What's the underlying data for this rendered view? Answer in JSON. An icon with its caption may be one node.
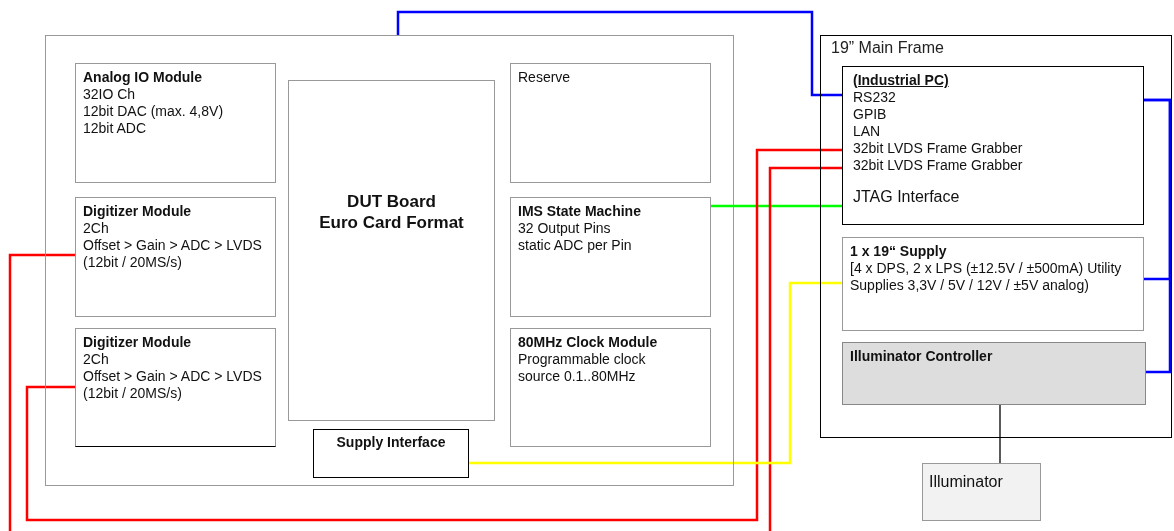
{
  "diagram": {
    "nodes": [
      {
        "text": [],
        "shape": "box"
      },
      {
        "text": [
          "Analog IO Module",
          "32IO Ch",
          "12bit DAC (max. 4,8V)",
          "12bit ADC"
        ],
        "in": 0
      },
      {
        "text": [
          "DUT Board",
          "Euro Card Format"
        ],
        "in": 0
      },
      {
        "text": [
          "Reserve"
        ],
        "in": 0
      },
      {
        "text": [
          "Digitizer Module",
          "2Ch",
          "Offset > Gain >  ADC > LVDS  (12bit / 20MS/s)"
        ],
        "in": 0
      },
      {
        "text": [
          "IMS State Machine",
          "32 Output Pins",
          "static ADC per Pin"
        ],
        "in": 0
      },
      {
        "text": [
          "Digitizer Module",
          "2Ch",
          "Offset > Gain >  ADC > LVDS  (12bit / 20MS/s)"
        ],
        "in": 0
      },
      {
        "text": [
          "80MHz Clock Module",
          "Programmable clock source 0.1..80MHz"
        ],
        "in": 0
      },
      {
        "text": [
          "Supply Interface"
        ],
        "in": 0
      },
      {
        "text": [
          "19” Main Frame"
        ]
      },
      {
        "text": [
          "(Industrial PC)",
          "RS232",
          "GPIB",
          "LAN",
          "32bit LVDS Frame Grabber",
          "32bit LVDS Frame Grabber",
          "JTAG Interface"
        ],
        "in": 9
      },
      {
        "text": [
          "1 x 19“ Supply",
          "[4 x DPS, 2 x LPS  (±12.5V / ±500mA) Utility Supplies 3,3V / 5V / 12V / ±5V analog)"
        ],
        "in": 9
      },
      {
        "text": [
          "Illuminator Controller"
        ],
        "in": 9
      },
      {
        "text": [
          "Illuminator"
        ]
      }
    ],
    "edges": [
      {
        "from": 0,
        "to": 10,
        "arrow": "none",
        "color": "#0000ff"
      },
      {
        "from": 10,
        "to": 11,
        "arrow": "none",
        "color": "#0000ff"
      },
      {
        "from": 10,
        "to": 12,
        "arrow": "none",
        "color": "#0000ff"
      },
      {
        "from": 5,
        "to": 10,
        "arrow": "none",
        "color": "#00ff00"
      },
      {
        "from": 6,
        "to": 10,
        "arrow": "none",
        "color": "#ff0000"
      },
      {
        "from": 4,
        "to": null,
        "arrow": "none",
        "color": "#ff0000"
      },
      {
        "from": 10,
        "to": null,
        "arrow": "none",
        "color": "#ff0000"
      },
      {
        "from": 8,
        "to": 11,
        "arrow": "none",
        "color": "#ffff00"
      },
      {
        "from": 12,
        "to": 13,
        "arrow": "none",
        "color": "#000000"
      }
    ]
  }
}
